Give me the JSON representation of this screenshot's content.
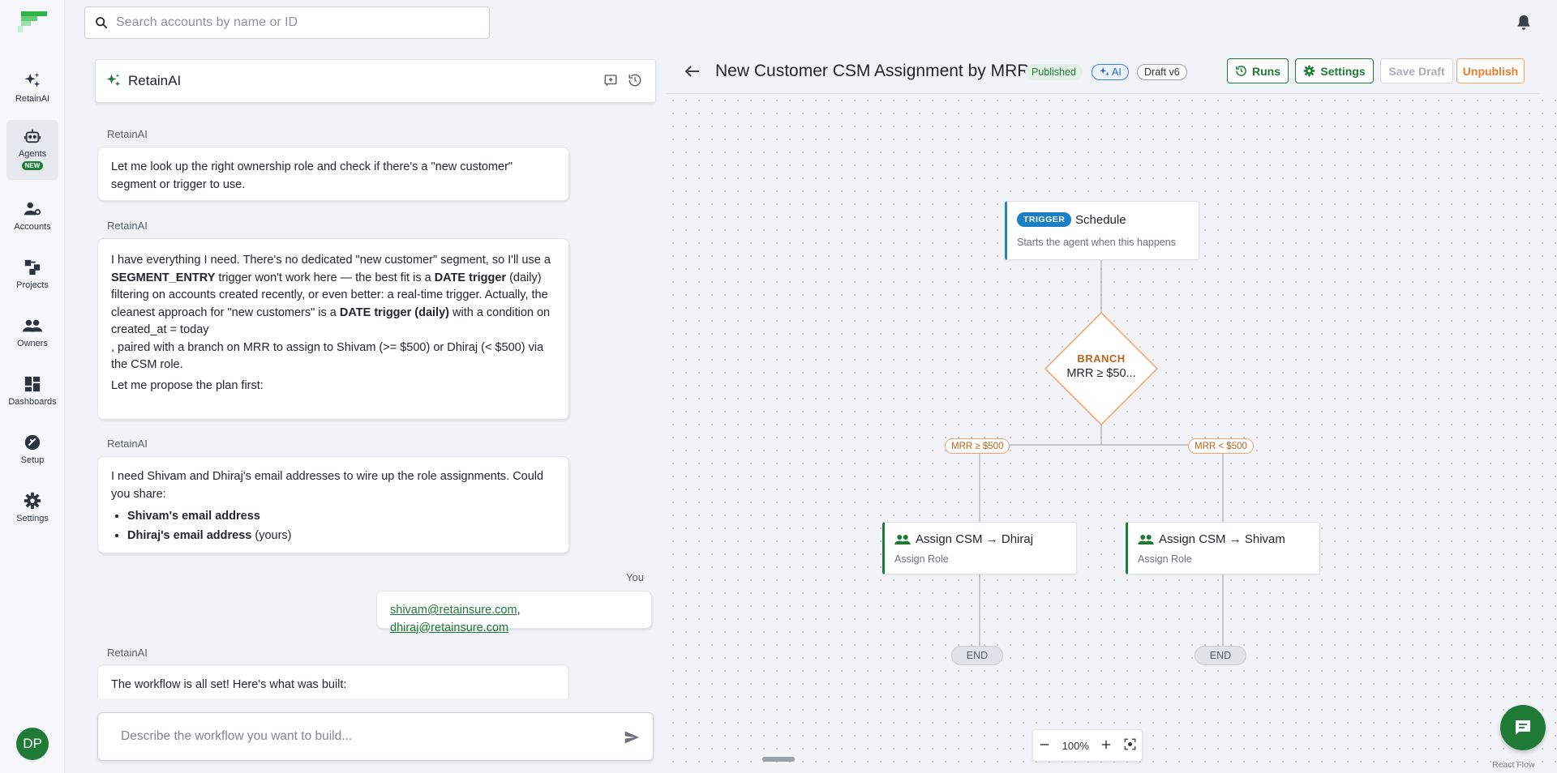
{
  "search": {
    "placeholder": "Search accounts by name or ID"
  },
  "nav": {
    "items": [
      {
        "label": "RetainAI",
        "icon": "sparkles-icon"
      },
      {
        "label": "Agents",
        "icon": "robot-icon",
        "badge": "NEW",
        "active": true
      },
      {
        "label": "Accounts",
        "icon": "accounts-icon"
      },
      {
        "label": "Projects",
        "icon": "projects-icon"
      },
      {
        "label": "Owners",
        "icon": "users-icon"
      },
      {
        "label": "Dashboards",
        "icon": "dashboard-icon"
      },
      {
        "label": "Setup",
        "icon": "wrench-icon"
      },
      {
        "label": "Settings",
        "icon": "gear-icon"
      }
    ],
    "avatar": "DP"
  },
  "chat": {
    "title": "RetainAI",
    "messages": [
      {
        "sender": "RetainAI",
        "text": "Let me look up the right ownership role and check if there's a \"new customer\" segment or trigger to use."
      },
      {
        "sender": "RetainAI",
        "p1_a": "I have everything I need. There's no dedicated \"new customer\" segment, so I'll use a ",
        "p1_b": "SEGMENT_ENTRY",
        "p1_c": " trigger won't work here — the best fit is a ",
        "p1_d": "DATE trigger",
        "p1_e": " (daily) filtering on accounts created recently, or even better: a real-time trigger. Actually, the cleanest approach for \"new customers\" is a ",
        "p1_f": "DATE trigger (daily)",
        "p1_g": " with a condition on",
        "code": "created_at = today",
        "p2": ", paired with a branch on MRR to assign to Shivam (>= $500) or Dhiraj (< $500) via the CSM role.",
        "p3": "Let me propose the plan first:"
      },
      {
        "sender": "RetainAI",
        "text": "I need Shivam and Dhiraj's email addresses to wire up the role assignments. Could you share:",
        "li1": "Shivam's email address",
        "li2_b": "Dhiraj's email address",
        "li2_r": " (yours)"
      },
      {
        "sender": "You",
        "email1": "shivam@retainsure.com",
        "sep": ", ",
        "email2": "dhiraj@retainsure.com"
      },
      {
        "sender": "RetainAI",
        "text": "The workflow is all set! Here's what was built:"
      }
    ],
    "composer_placeholder": "Describe the workflow you want to build..."
  },
  "workflow": {
    "title": "New Customer CSM Assignment by MRR",
    "status": "Published",
    "ai_tag": "AI",
    "draft": "Draft v6",
    "buttons": {
      "runs": "Runs",
      "settings": "Settings",
      "save": "Save Draft",
      "unpublish": "Unpublish"
    },
    "trigger": {
      "badge": "TRIGGER",
      "name": "Schedule",
      "desc": "Starts the agent when this happens"
    },
    "branch": {
      "label": "BRANCH",
      "condition": "MRR ≥ $50..."
    },
    "edges": {
      "left": "MRR ≥ $500",
      "right": "MRR < $500"
    },
    "actions": [
      {
        "name": "Assign CSM → Dhiraj",
        "desc": "Assign Role"
      },
      {
        "name": "Assign CSM → Shivam",
        "desc": "Assign Role"
      }
    ],
    "end_label": "END",
    "zoom": "100%",
    "attribution": "React Flow"
  },
  "colors": {
    "brand": "#1e7a34",
    "trigger": "#1a7fc4",
    "branch": "#f0a36e"
  }
}
